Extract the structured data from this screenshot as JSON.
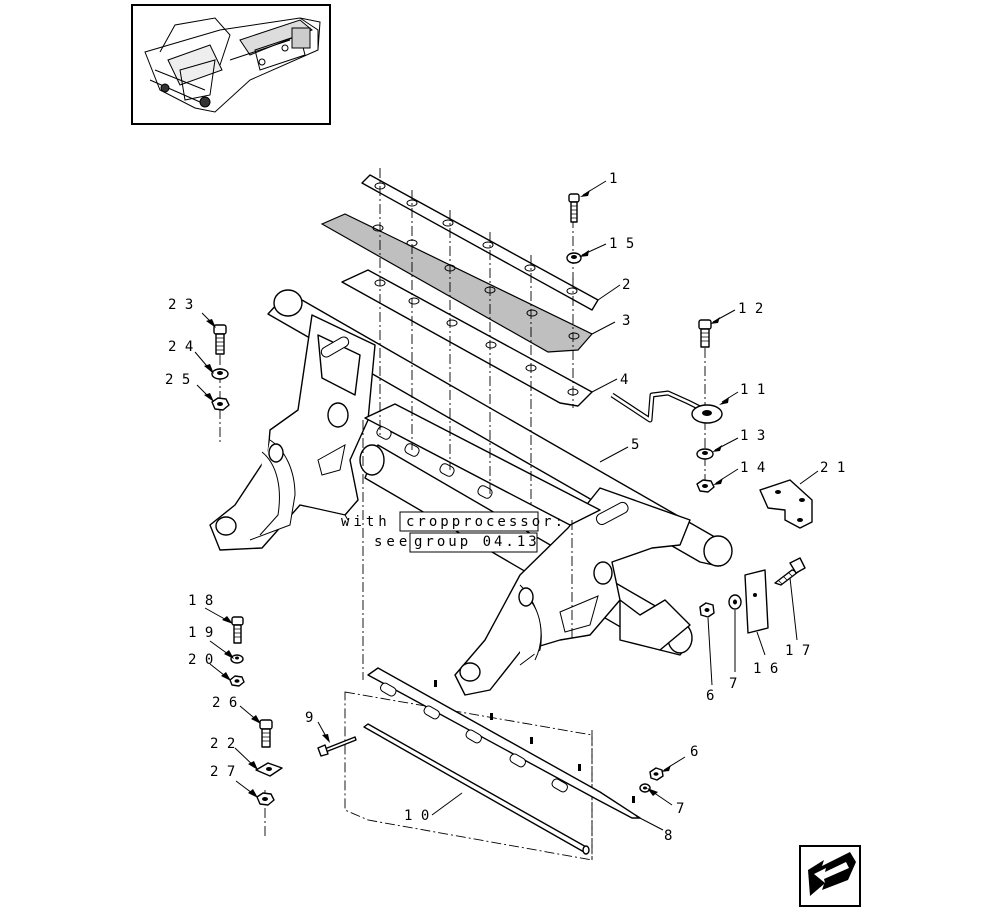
{
  "diagram": {
    "callouts": [
      {
        "id": "c1",
        "label": "1"
      },
      {
        "id": "c15",
        "label": "1 5"
      },
      {
        "id": "c2",
        "label": "2"
      },
      {
        "id": "c3",
        "label": "3"
      },
      {
        "id": "c4",
        "label": "4"
      },
      {
        "id": "c5",
        "label": "5"
      },
      {
        "id": "c12",
        "label": "1 2"
      },
      {
        "id": "c11",
        "label": "1 1"
      },
      {
        "id": "c13",
        "label": "1 3"
      },
      {
        "id": "c14",
        "label": "1 4"
      },
      {
        "id": "c21",
        "label": "2 1"
      },
      {
        "id": "c23",
        "label": "2 3"
      },
      {
        "id": "c24",
        "label": "2 4"
      },
      {
        "id": "c25",
        "label": "2 5"
      },
      {
        "id": "c18",
        "label": "1 8"
      },
      {
        "id": "c19",
        "label": "1 9"
      },
      {
        "id": "c20",
        "label": "2 0"
      },
      {
        "id": "c26",
        "label": "2 6"
      },
      {
        "id": "c22",
        "label": "2 2"
      },
      {
        "id": "c27",
        "label": "2 7"
      },
      {
        "id": "c9",
        "label": "9"
      },
      {
        "id": "c10",
        "label": "1 0"
      },
      {
        "id": "c6a",
        "label": "6"
      },
      {
        "id": "c7a",
        "label": "7"
      },
      {
        "id": "c16",
        "label": "1 6"
      },
      {
        "id": "c17",
        "label": "1 7"
      },
      {
        "id": "c6b",
        "label": "6"
      },
      {
        "id": "c7b",
        "label": "7"
      },
      {
        "id": "c8",
        "label": "8"
      }
    ],
    "note_line1_prefix": "with",
    "note_line1_boxed": "cropprocessor:",
    "note_line2_prefix": "see",
    "note_line2_boxed": "group 04.13",
    "icon": "previous-page-arrow-icon"
  }
}
